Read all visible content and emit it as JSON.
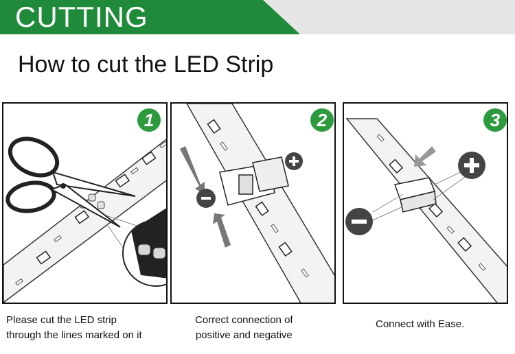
{
  "banner": {
    "title": "CUTTING"
  },
  "page": {
    "title": "How to cut the LED Strip"
  },
  "steps": [
    {
      "number": "1",
      "caption_line1": "Please cut the LED strip",
      "caption_line2": "through the lines marked on it"
    },
    {
      "number": "2",
      "caption_line1": "Correct connection of",
      "caption_line2": "positive and negative"
    },
    {
      "number": "3",
      "caption_line1": "Connect with Ease.",
      "caption_line2": ""
    }
  ],
  "colors": {
    "banner_green": "#1f8a3a",
    "badge_green": "#2d9a3e",
    "banner_gray": "#e6e6e6"
  },
  "icons": [
    "scissors-icon",
    "minus-icon",
    "plus-icon"
  ]
}
